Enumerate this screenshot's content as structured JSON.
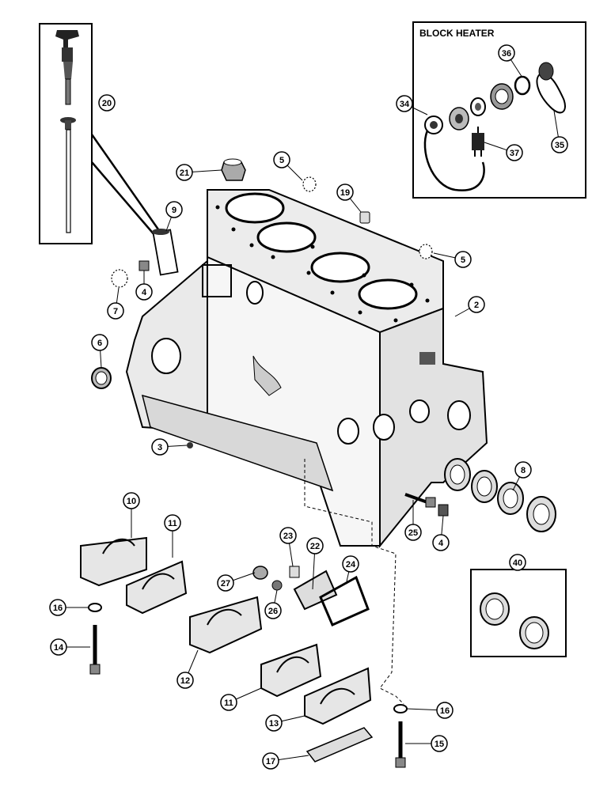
{
  "diagram": {
    "inset_title": "BLOCK HEATER",
    "callouts": [
      {
        "id": "c20",
        "label": "20"
      },
      {
        "id": "c34",
        "label": "34"
      },
      {
        "id": "c36",
        "label": "36"
      },
      {
        "id": "c35",
        "label": "35"
      },
      {
        "id": "c37",
        "label": "37"
      },
      {
        "id": "c21",
        "label": "21"
      },
      {
        "id": "c5a",
        "label": "5"
      },
      {
        "id": "c19",
        "label": "19"
      },
      {
        "id": "c9",
        "label": "9"
      },
      {
        "id": "c5b",
        "label": "5"
      },
      {
        "id": "c4a",
        "label": "4"
      },
      {
        "id": "c7",
        "label": "7"
      },
      {
        "id": "c2",
        "label": "2"
      },
      {
        "id": "c6",
        "label": "6"
      },
      {
        "id": "c3",
        "label": "3"
      },
      {
        "id": "c8",
        "label": "8"
      },
      {
        "id": "c10",
        "label": "10"
      },
      {
        "id": "c11a",
        "label": "11"
      },
      {
        "id": "c23",
        "label": "23"
      },
      {
        "id": "c22",
        "label": "22"
      },
      {
        "id": "c25",
        "label": "25"
      },
      {
        "id": "c4b",
        "label": "4"
      },
      {
        "id": "c40",
        "label": "40"
      },
      {
        "id": "c24",
        "label": "24"
      },
      {
        "id": "c27",
        "label": "27"
      },
      {
        "id": "c26",
        "label": "26"
      },
      {
        "id": "c16a",
        "label": "16"
      },
      {
        "id": "c14",
        "label": "14"
      },
      {
        "id": "c12",
        "label": "12"
      },
      {
        "id": "c11b",
        "label": "11"
      },
      {
        "id": "c13",
        "label": "13"
      },
      {
        "id": "c16b",
        "label": "16"
      },
      {
        "id": "c15",
        "label": "15"
      },
      {
        "id": "c17",
        "label": "17"
      }
    ]
  }
}
